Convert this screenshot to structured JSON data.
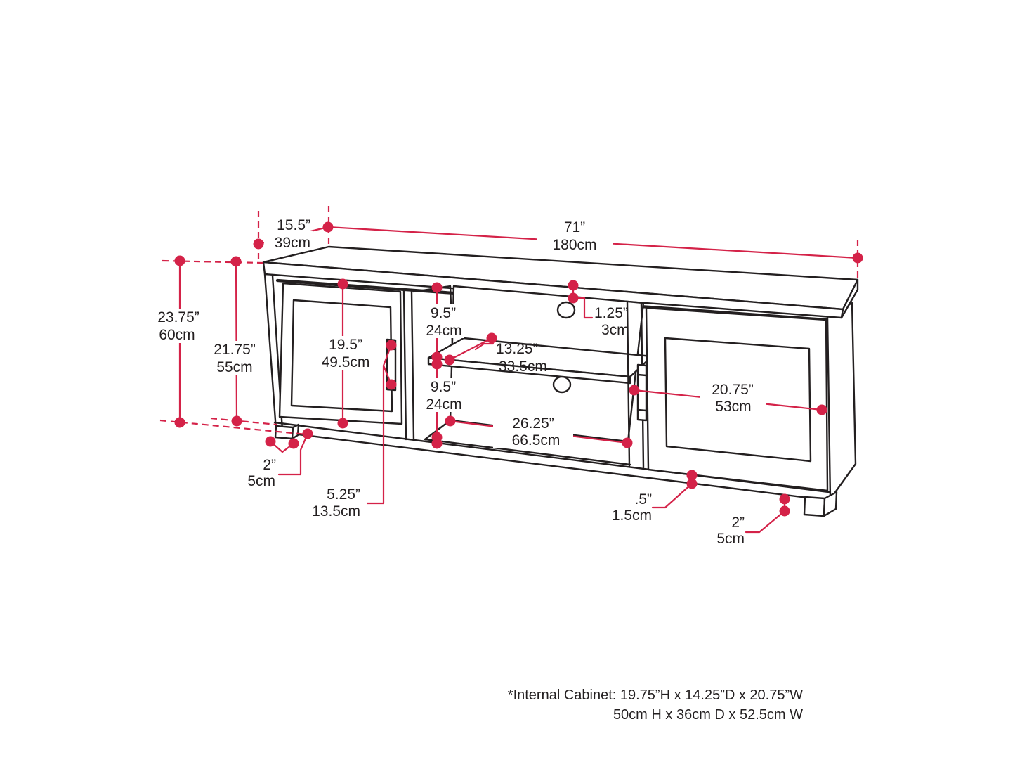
{
  "colors": {
    "accent": "#D42248",
    "ink": "#231F20",
    "background": "#FFFFFF"
  },
  "diagram_title": "TV stand dimension diagram",
  "dimensions": {
    "depth": {
      "in": "15.5”",
      "cm": "39cm"
    },
    "width": {
      "in": "71”",
      "cm": "180cm"
    },
    "overall_height": {
      "in": "23.75”",
      "cm": "60cm"
    },
    "cabinet_height": {
      "in": "21.75”",
      "cm": "55cm"
    },
    "door_height": {
      "in": "19.5”",
      "cm": "49.5cm"
    },
    "top_opening_height": {
      "in": "9.5”",
      "cm": "24cm"
    },
    "top_thickness": {
      "in": "1.25”",
      "cm": "3cm"
    },
    "shelf_depth": {
      "in": "13.25”",
      "cm": "33.5cm"
    },
    "bottom_opening_height": {
      "in": "9.5”",
      "cm": "24cm"
    },
    "opening_width": {
      "in": "26.25”",
      "cm": "66.5cm"
    },
    "door_width": {
      "in": "20.75”",
      "cm": "53cm"
    },
    "left_leg_height": {
      "in": "2”",
      "cm": "5cm"
    },
    "handle_length": {
      "in": "5.25”",
      "cm": "13.5cm"
    },
    "base_thickness": {
      "in": ".5”",
      "cm": "1.5cm"
    },
    "right_leg_height": {
      "in": "2”",
      "cm": "5cm"
    }
  },
  "footnote": {
    "line1": "*Internal Cabinet: 19.75”H x 14.25”D x 20.75”W",
    "line2": "50cm H x 36cm D x 52.5cm W"
  }
}
